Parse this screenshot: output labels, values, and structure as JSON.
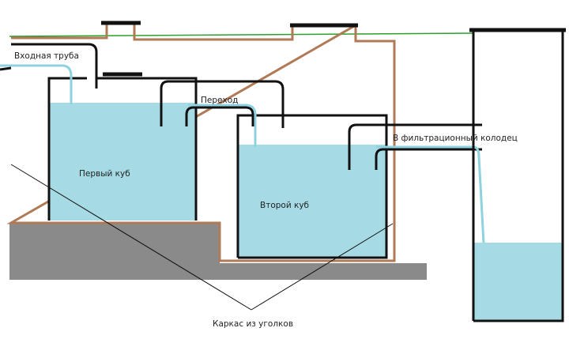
{
  "labels": {
    "inlet_pipe": "Входная труба",
    "transition": "Переход",
    "to_filter_well": "В фильтрационный колодец",
    "first_cube": "Первый куб",
    "second_cube": "Второй куб",
    "frame": "Каркас из уголков"
  },
  "colors": {
    "water": "#a6dbe6",
    "water_stream": "#8fd2df",
    "ground_line": "#2ca02c",
    "frame": "#b07a56",
    "ground": "#8a8a8a",
    "pipe": "#111111"
  }
}
